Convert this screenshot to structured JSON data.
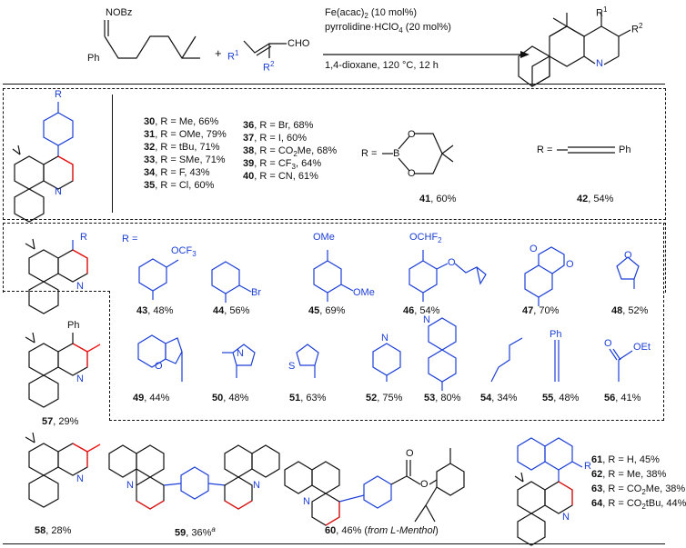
{
  "scheme": {
    "reactant1": {
      "group": "NOBz",
      "ph": "Ph"
    },
    "plus": "+",
    "reactant2": {
      "r1": "R",
      "r1sup": "1",
      "r2": "R",
      "r2sup": "2",
      "cho": "CHO"
    },
    "conditions": {
      "line1": "Fe(acac)",
      "line1b": "2",
      "line1c": " (10 mol%)",
      "line2": "pyrrolidine·HClO",
      "line2b": "4",
      "line2c": " (20 mol%)",
      "line3": "1,4-dioxane, 120 °C, 12 h"
    },
    "product": {
      "r1": "R",
      "r1sup": "1",
      "r2": "R",
      "r2sup": "2",
      "n": "N"
    }
  },
  "section1": {
    "core_r": "R",
    "core_n": "N",
    "col1": [
      {
        "num": "30",
        "text": ", R = Me, 66%"
      },
      {
        "num": "31",
        "text": ", R = OMe, 79%"
      },
      {
        "num": "32",
        "text": ", R = tBu, 71%"
      },
      {
        "num": "33",
        "text": ", R = SMe, 71%"
      },
      {
        "num": "34",
        "text": ", R = F, 43%"
      },
      {
        "num": "35",
        "text": ", R = Cl, 60%"
      }
    ],
    "col2": [
      {
        "num": "36",
        "text": ", R = Br, 68%"
      },
      {
        "num": "37",
        "text": ", R = I, 60%"
      },
      {
        "num": "38",
        "text": ", R = CO",
        "sub": "2",
        "tail": "Me, 68%"
      },
      {
        "num": "39",
        "text": ", R = CF",
        "sub": "3",
        "tail": ", 64%"
      },
      {
        "num": "40",
        "text": ", R = CN, 61%"
      }
    ],
    "c41": {
      "r": "R =",
      "o1": "O",
      "b": "B",
      "o2": "O",
      "num": "41",
      "yield": ", 60%"
    },
    "c42": {
      "r": "R =",
      "ph": "Ph",
      "num": "42",
      "yield": ", 54%"
    }
  },
  "section2": {
    "core_r": "R",
    "core_n": "N",
    "r_eq": "R =",
    "items": [
      {
        "num": "43",
        "yield": ", 48%",
        "sub": "OCF",
        "subb": "3"
      },
      {
        "num": "44",
        "yield": ", 56%",
        "sub": "Br"
      },
      {
        "num": "45",
        "yield": ", 69%",
        "sub": "OMe",
        "sub2": "OMe"
      },
      {
        "num": "46",
        "yield": ", 54%",
        "sub": "OCHF",
        "subb": "2",
        "sub2": "O"
      },
      {
        "num": "47",
        "yield": ", 70%",
        "sub": "O",
        "sub2": "O"
      },
      {
        "num": "48",
        "yield": ", 52%",
        "sub": "O"
      },
      {
        "num": "49",
        "yield": ", 44%",
        "sub": "O"
      },
      {
        "num": "50",
        "yield": ", 48%",
        "sub": "N"
      },
      {
        "num": "51",
        "yield": ", 63%",
        "sub": "S"
      },
      {
        "num": "52",
        "yield": ", 75%",
        "sub": "N"
      },
      {
        "num": "53",
        "yield": ",  80%",
        "sub": "N"
      },
      {
        "num": "54",
        "yield": ", 34%"
      },
      {
        "num": "55",
        "yield": ", 48%",
        "sub": "Ph"
      },
      {
        "num": "56",
        "yield": ", 41%",
        "sub": "O",
        "sub2": "OEt"
      }
    ],
    "c57": {
      "ph": "Ph",
      "n": "N",
      "num": "57",
      "yield": ", 29%"
    }
  },
  "section3": {
    "c58": {
      "n": "N",
      "num": "58",
      "yield": ", 28%"
    },
    "c59": {
      "n1": "N",
      "n2": "N",
      "num": "59",
      "yield": ", 36%",
      "sup": "a"
    },
    "c60": {
      "n": "N",
      "o1": "O",
      "o2": "O",
      "num": "60",
      "yield": ", 46% (",
      "italic": "from L-Menthol",
      "close": ")"
    },
    "c61_64": {
      "n": "N",
      "r": "R",
      "rows": [
        {
          "num": "61",
          "text": ", R = H, 45%"
        },
        {
          "num": "62",
          "text": ", R = Me, 38%"
        },
        {
          "num": "63",
          "text": ", R = CO",
          "sub": "2",
          "tail": "Me, 38%"
        },
        {
          "num": "64",
          "text": ", R = CO",
          "sub": "2",
          "tail": "tBu, 44%"
        }
      ]
    }
  }
}
